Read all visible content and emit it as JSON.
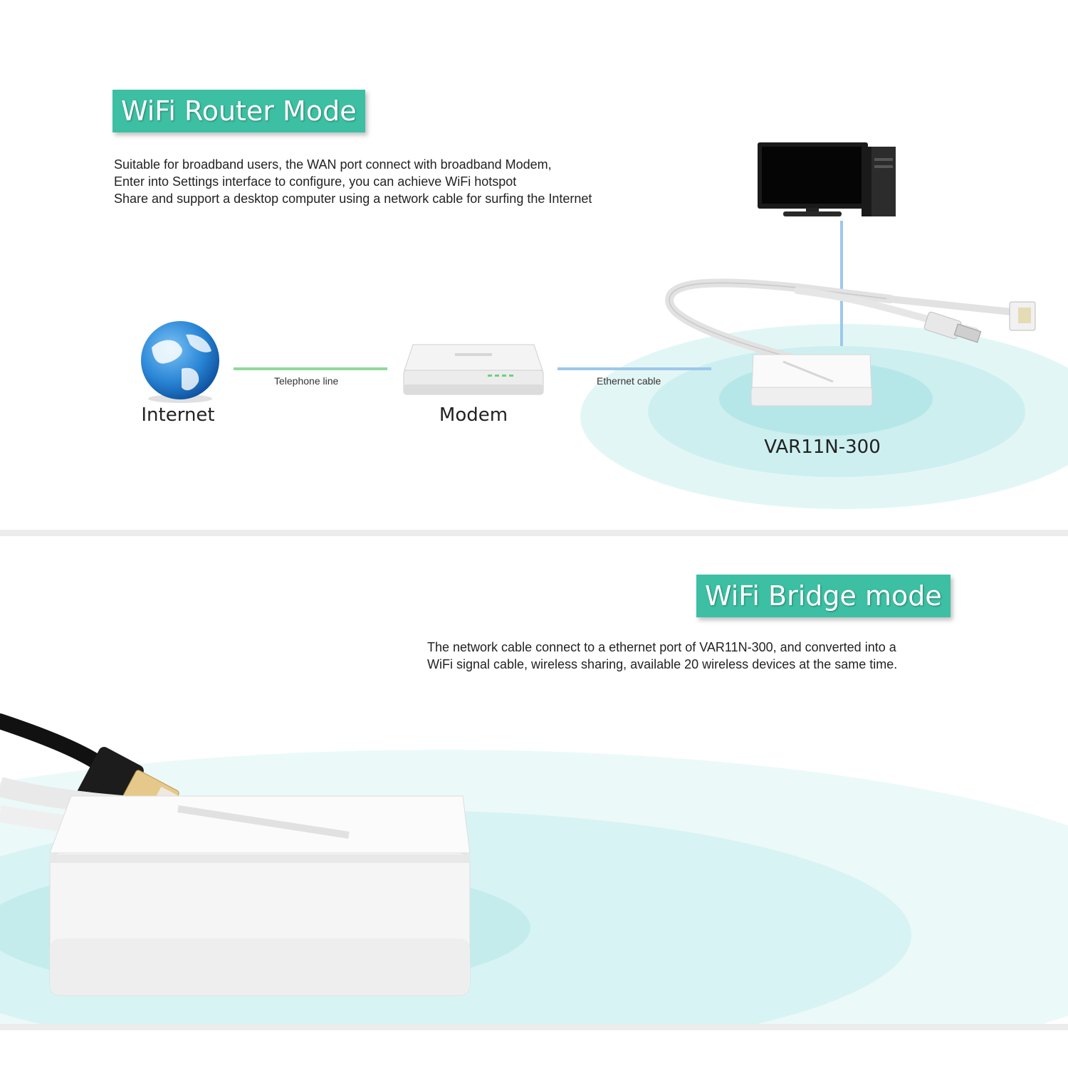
{
  "router_mode": {
    "title": "WiFi Router Mode",
    "description": [
      "Suitable for broadband users, the WAN port connect with broadband Modem,",
      "Enter into Settings interface to configure, you can achieve WiFi hotspot",
      "Share and support a desktop computer using a network cable for surfing the Internet"
    ],
    "nodes": {
      "internet": "Internet",
      "modem": "Modem",
      "device": "VAR11N-300"
    },
    "links": {
      "telephone": "Telephone line",
      "ethernet": "Ethernet cable"
    }
  },
  "bridge_mode": {
    "title": "WiFi Bridge mode",
    "description": [
      "The network cable connect to a ethernet port of VAR11N-300, and converted into a",
      "WiFi signal cable, wireless sharing, available 20 wireless devices at the same time."
    ]
  },
  "colors": {
    "title_bg": "#3cbfa3",
    "telephone_line": "#8fd99b",
    "ethernet_line": "#9cc8ea",
    "wifi_glow": "#c9eff0"
  }
}
